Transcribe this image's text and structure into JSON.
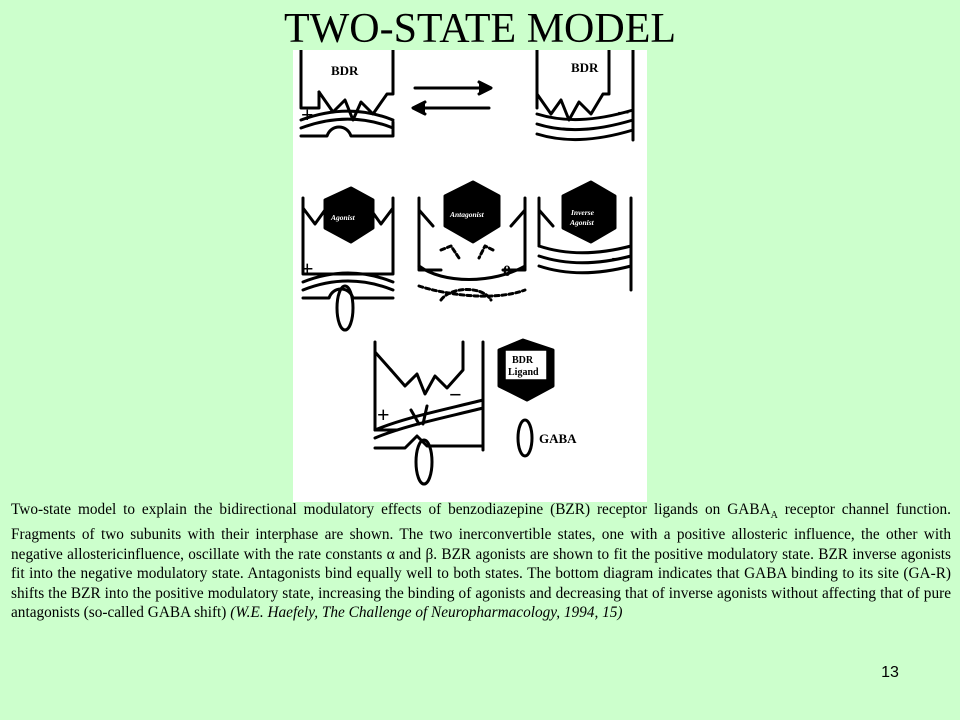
{
  "slide": {
    "title": "TWO-STATE  MODEL",
    "page_number": "13"
  },
  "figure": {
    "labels": {
      "bdr_left": "BDR",
      "bdr_right": "BDR",
      "agonist": "Agonist",
      "antagonist": "Antagonist",
      "inverse_line1": "Inverse",
      "inverse_line2": "Agonist",
      "ligand_line1": "BDR",
      "ligand_line2": "Ligand",
      "gaba": "GABA",
      "plus": "+",
      "minus": "−",
      "zero": "0"
    }
  },
  "caption": {
    "part1": "Two-state model to explain the bidirectional modulatory effects of benzodiazepine (BZR) receptor ligands on GABA",
    "sub": "A",
    "part2": " receptor channel function. Fragments of two subunits with their interphase are shown. The two inerconvertible states, one with a positive allosteric influence, the other with negative allostericinfluence, oscillate with the rate constants α and β. BZR agonists are shown to fit the positive modulatory state. BZR inverse agonists fit into the negative modulatory state. Antagonists bind equally well to both states. The bottom diagram indicates that GABA binding to its site (GA-R) shifts the BZR into the positive modulatory state, increasing the binding of agonists and decreasing that of inverse agonists without affecting that of pure antagonists (so-called GABA shift) ",
    "reference": "(W.E. Haefely, The Challenge of Neuropharmacology, 1994, 15)"
  }
}
